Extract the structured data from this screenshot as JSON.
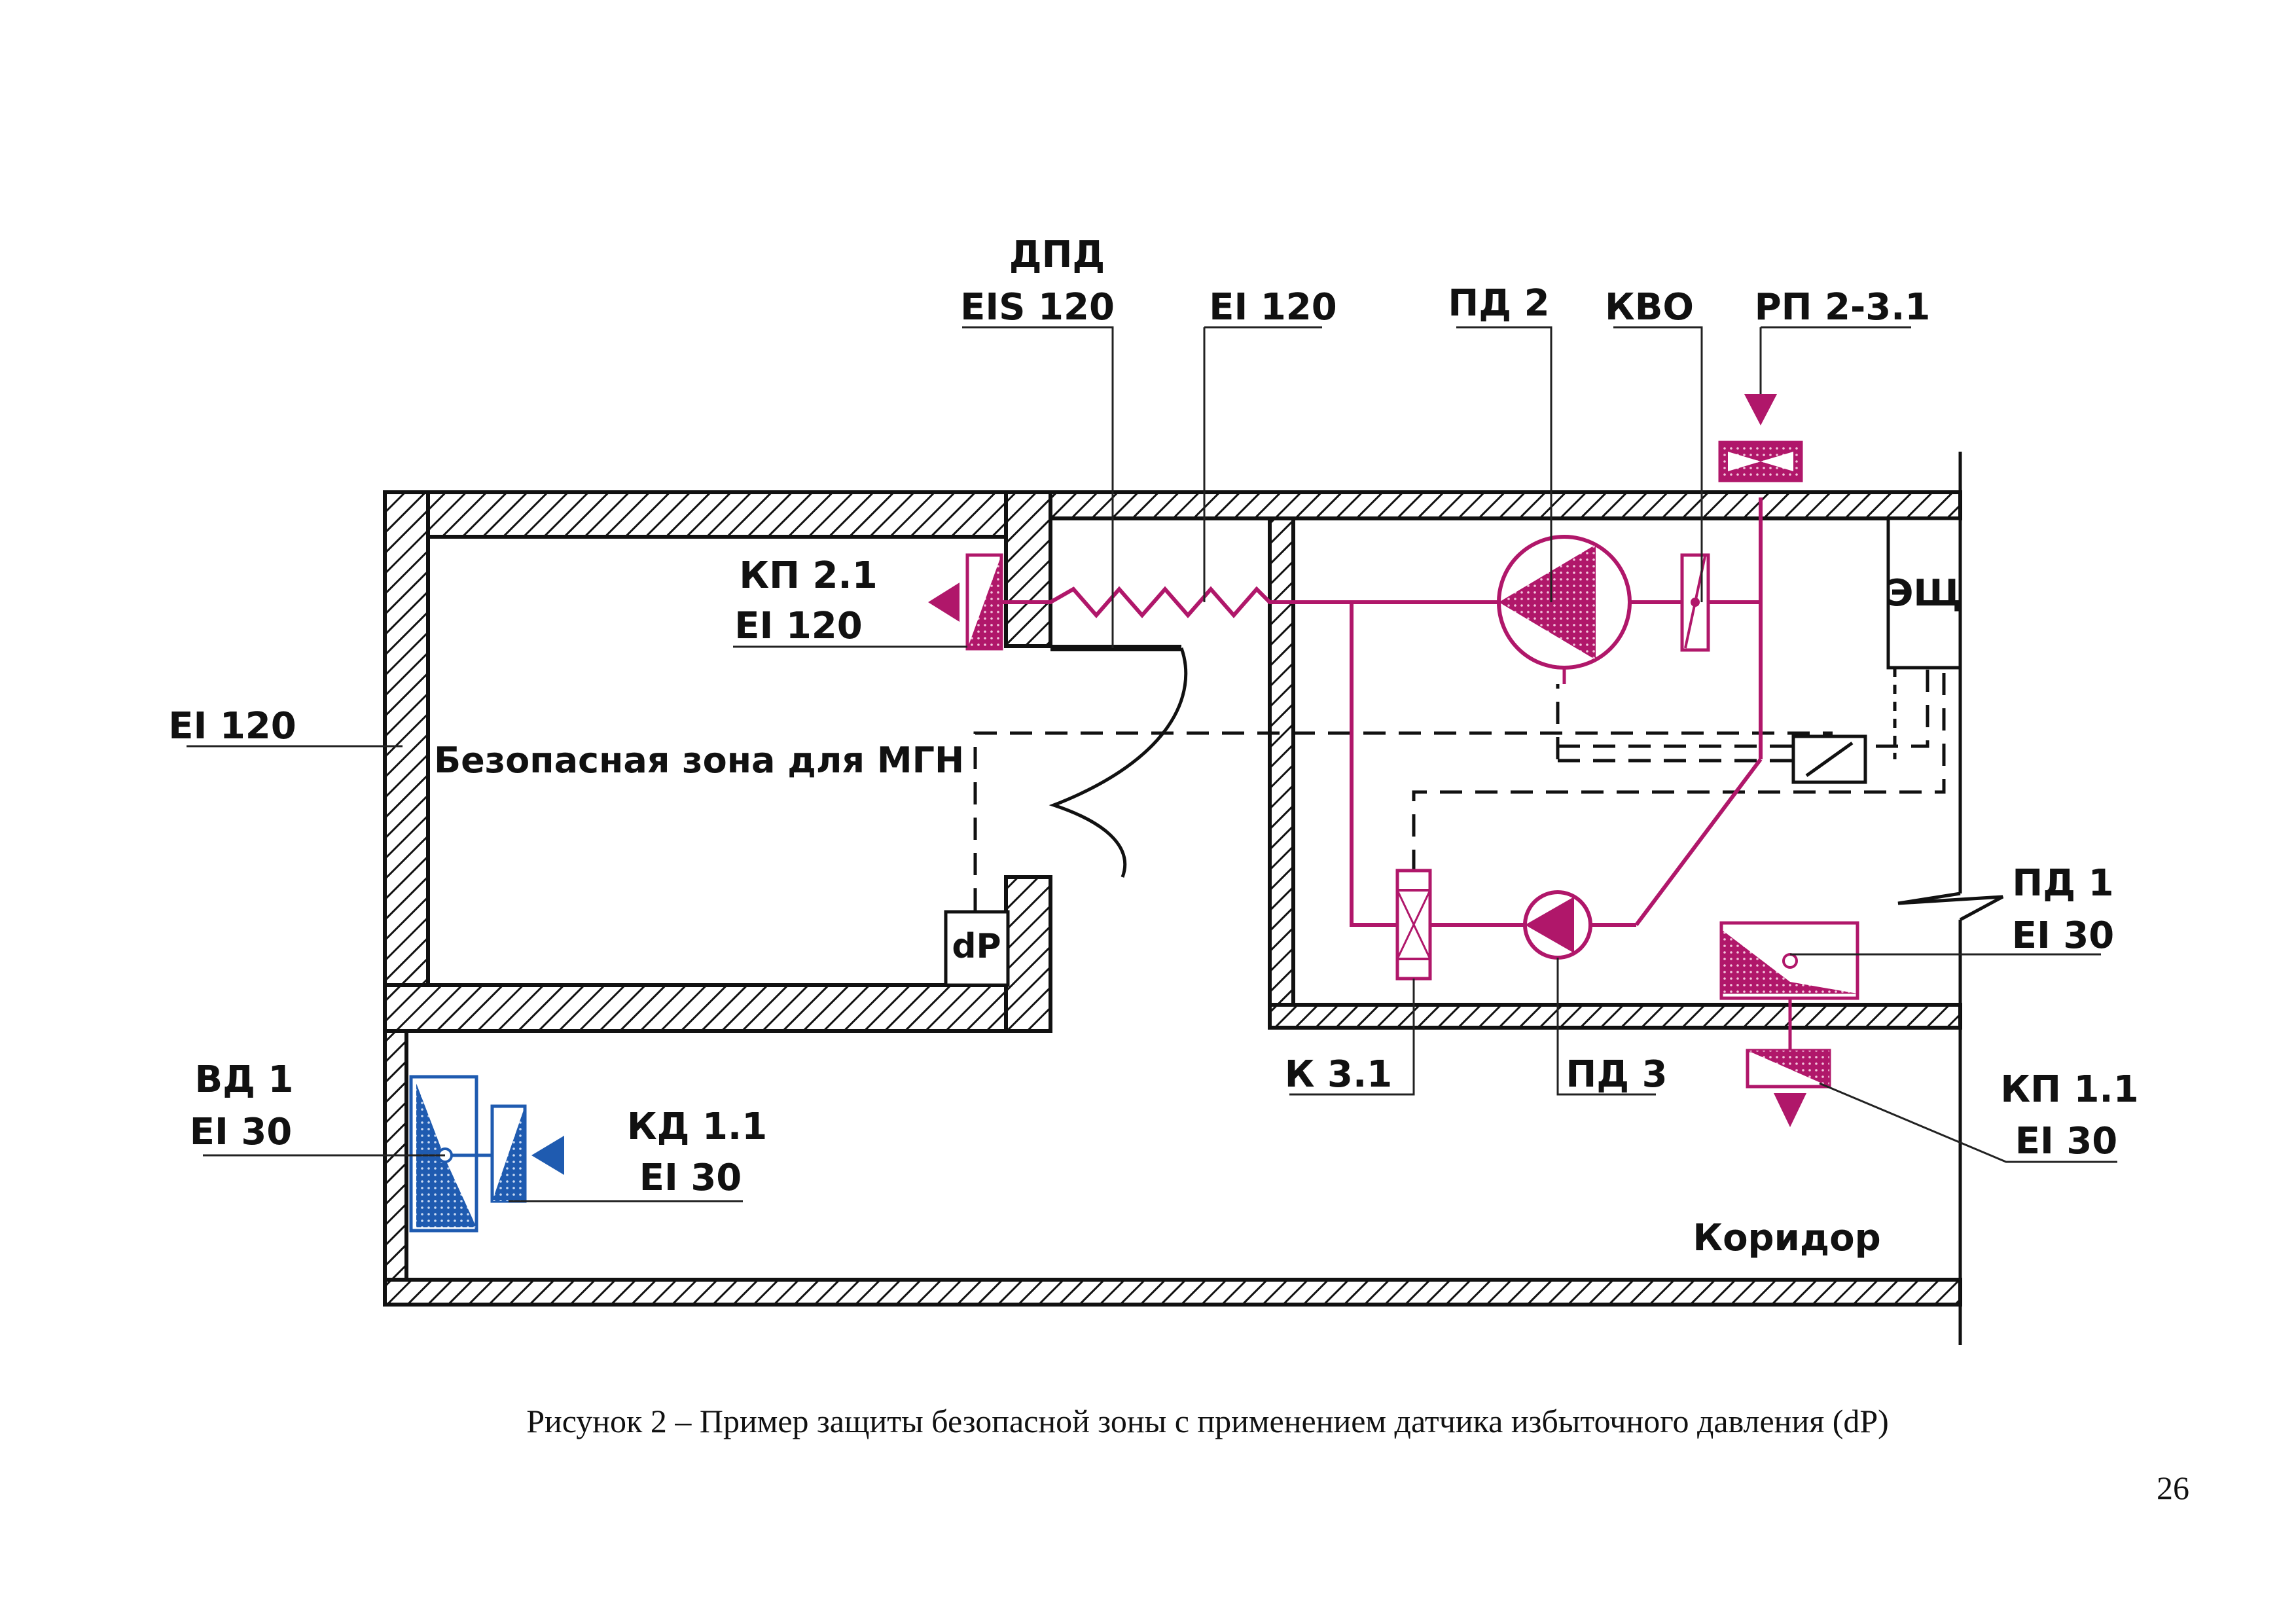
{
  "labels": {
    "dpd_title": "ДПД",
    "dpd_rating": "EIS 120",
    "duct_rating": "EI 120",
    "pd2": "ПД 2",
    "kvo": "КВО",
    "rp": "РП 2-3.1",
    "kp21": "КП 2.1",
    "kp21_rating": "EI 120",
    "wall_rating": "EI 120",
    "esh": "ЭЩ",
    "safe_zone": "Безопасная зона для МГН",
    "dp": "dP",
    "pd1": "ПД 1",
    "pd1_rating": "EI 30",
    "vd1": "ВД 1",
    "vd1_rating": "EI 30",
    "kd11": "КД 1.1",
    "kd11_rating": "EI 30",
    "k31": "К 3.1",
    "pd3": "ПД 3",
    "kp11": "КП 1.1",
    "kp11_rating": "EI 30",
    "corridor": "Коридор"
  },
  "caption": "Рисунок 2 – Пример защиты безопасной зоны с применением датчика избыточного давления (dP)",
  "page_number": "26",
  "colors": {
    "supply": "#b0176a",
    "exhaust": "#1f5bb0",
    "wall": "#111111"
  }
}
